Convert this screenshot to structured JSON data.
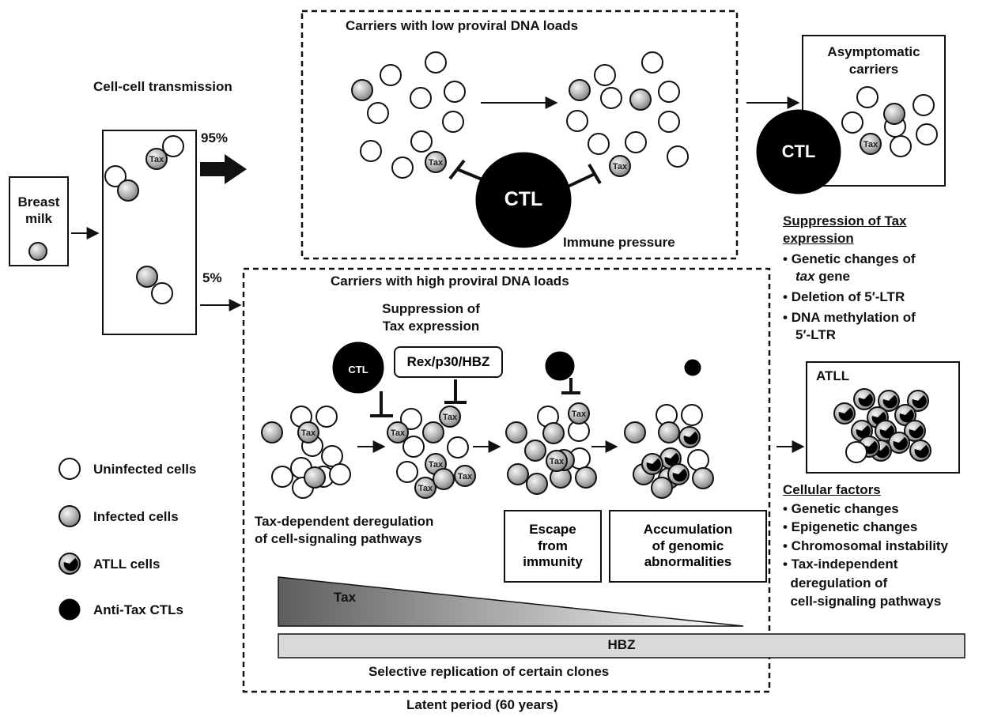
{
  "texts": {
    "cell_transmission": "Cell-cell transmission",
    "breast_milk_line1": "Breast",
    "breast_milk_line2": "milk",
    "pct95": "95%",
    "pct5": "5%",
    "low_load_title": "Carriers with low proviral DNA loads",
    "immune_pressure": "Immune pressure",
    "asymptomatic_line1": "Asymptomatic",
    "asymptomatic_line2": "carriers",
    "ctl": "CTL",
    "tax": "Tax",
    "high_load_title": "Carriers with high proviral DNA loads",
    "suppression_mid_line1": "Suppression of",
    "suppression_mid_line2": "Tax expression",
    "rex_box": "Rex/p30/HBZ",
    "tax_dependent_line1": "Tax-dependent deregulation",
    "tax_dependent_line2": "of cell-signaling pathways",
    "escape_box": "Escape\nfrom\nimmunity",
    "accumulation_box": "Accumulation\nof genomic\nabnormalities",
    "tax_wedge": "Tax",
    "hbz_bar": "HBZ",
    "selective": "Selective replication of certain clones",
    "latent": "Latent period (60 years)",
    "suppression_right_line1": "Suppression of Tax",
    "suppression_right_line2": "expression",
    "atll": "ATLL",
    "cellular_factors": "Cellular factors"
  },
  "suppression_items": [
    {
      "bullet": "•",
      "pre": "Genetic changes of",
      "italic": "tax",
      "post": " gene"
    },
    {
      "bullet": "•",
      "line1": "Deletion of 5′-LTR"
    },
    {
      "bullet": "•",
      "line1": "DNA methylation of",
      "line2": "5′-LTR"
    }
  ],
  "cellular_items": [
    "• Genetic changes",
    "• Epigenetic changes",
    "• Chromosomal instability",
    "• Tax-independent",
    "  deregulation of",
    "  cell-signaling pathways"
  ],
  "legend": [
    {
      "icon": "uninfected-cell",
      "label": "Uninfected cells"
    },
    {
      "icon": "infected-cell",
      "label": "Infected cells"
    },
    {
      "icon": "atll-cell",
      "label": "ATLL cells"
    },
    {
      "icon": "ctl-cell",
      "label": "Anti-Tax CTLs"
    }
  ],
  "colors": {
    "outline": "#111111",
    "infected_fill_light": "#f2f2f2",
    "infected_fill_dark": "#8a8a8a",
    "ctl_fill": "#000000",
    "hbz_fill": "#d9d9d9",
    "tax_gradient_start": "#5e5e5e",
    "tax_gradient_end": "#ffffff"
  }
}
